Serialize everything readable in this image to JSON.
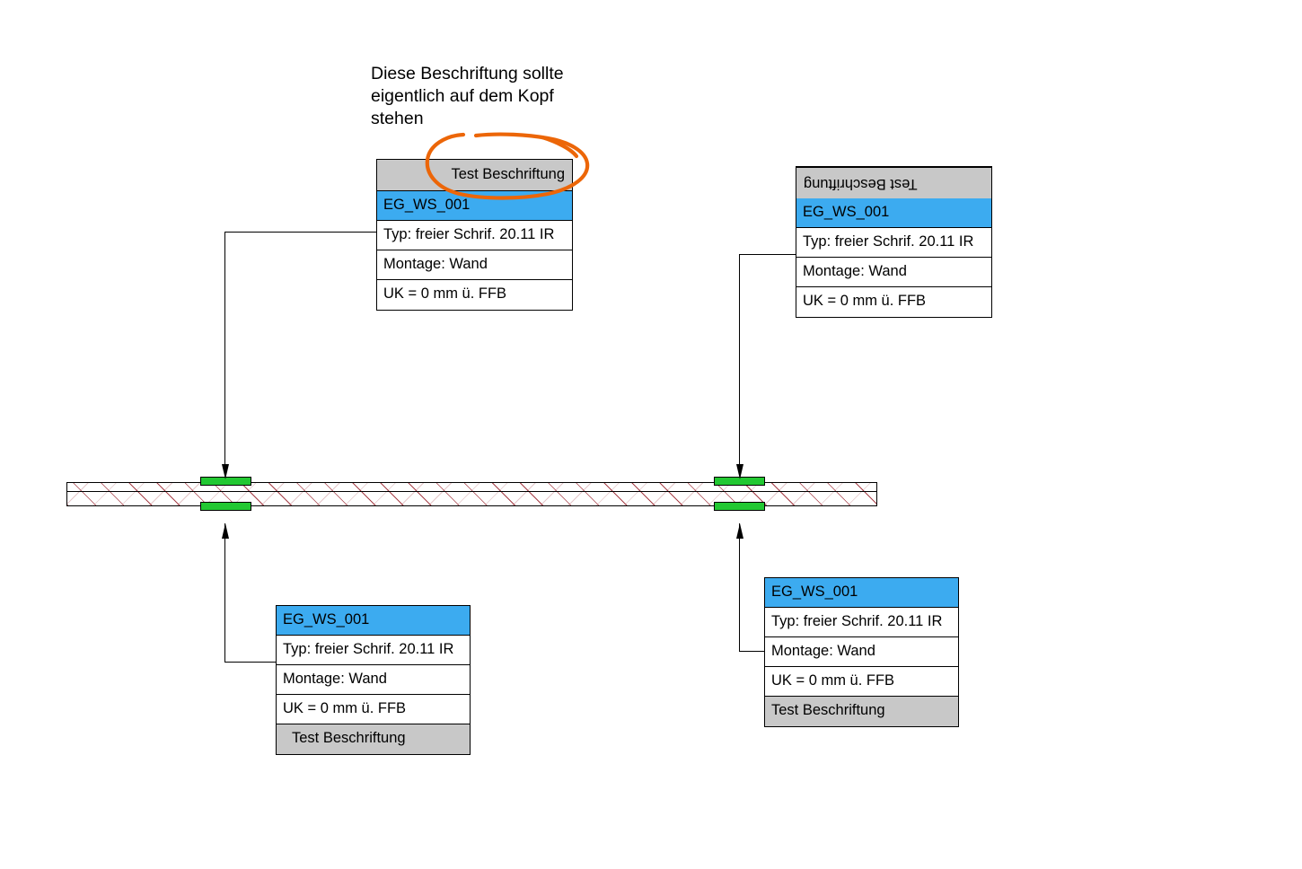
{
  "annotation": {
    "note_text": "Diese Beschriftung sollte eigentlich auf dem Kopf stehen",
    "highlight_color": "#ec6608",
    "highlight_name": "orange-ellipse-scribble"
  },
  "colors": {
    "header_gray": "#c8c8c8",
    "id_blue": "#3cabf0",
    "fixture_green": "#22c832",
    "hatch_red": "#961e28",
    "outline_black": "#000000"
  },
  "boxes": [
    {
      "id": "tag-top-left",
      "label_position": "top",
      "label_align": "right",
      "label_flipped": false,
      "rows": [
        {
          "type": "gray",
          "text": "Test Beschriftung"
        },
        {
          "type": "blue",
          "text": "EG_WS_001"
        },
        {
          "type": "white",
          "text": "Typ: freier Schrif. 20.11 IR"
        },
        {
          "type": "white",
          "text": "Montage: Wand"
        },
        {
          "type": "white",
          "text": "UK = 0 mm ü. FFB"
        }
      ]
    },
    {
      "id": "tag-top-right",
      "label_position": "top",
      "label_align": "right",
      "label_flipped": true,
      "rows": [
        {
          "type": "gray",
          "text": "Test Beschriftung"
        },
        {
          "type": "blue",
          "text": "EG_WS_001"
        },
        {
          "type": "white",
          "text": "Typ: freier Schrif. 20.11 IR"
        },
        {
          "type": "white",
          "text": "Montage: Wand"
        },
        {
          "type": "white",
          "text": "UK = 0 mm ü. FFB"
        }
      ]
    },
    {
      "id": "tag-bottom-left",
      "label_position": "bottom",
      "label_align": "left-indent",
      "label_flipped": false,
      "rows": [
        {
          "type": "blue",
          "text": "EG_WS_001"
        },
        {
          "type": "white",
          "text": "Typ: freier Schrif. 20.11 IR"
        },
        {
          "type": "white",
          "text": "Montage: Wand"
        },
        {
          "type": "white",
          "text": "UK = 0 mm ü. FFB"
        },
        {
          "type": "gray",
          "text": "Test Beschriftung"
        }
      ]
    },
    {
      "id": "tag-bottom-right",
      "label_position": "bottom",
      "label_align": "left",
      "label_flipped": false,
      "rows": [
        {
          "type": "blue",
          "text": "EG_WS_001"
        },
        {
          "type": "white",
          "text": "Typ: freier Schrif. 20.11 IR"
        },
        {
          "type": "white",
          "text": "Montage: Wand"
        },
        {
          "type": "white",
          "text": "UK = 0 mm ü. FFB"
        },
        {
          "type": "gray",
          "text": "Test Beschriftung"
        }
      ]
    }
  ],
  "wall": {
    "name": "wall-section-hatched"
  },
  "fixtures": [
    {
      "name": "wall-switch-top-left"
    },
    {
      "name": "wall-switch-bottom-left"
    },
    {
      "name": "wall-switch-top-right"
    },
    {
      "name": "wall-switch-bottom-right"
    }
  ]
}
